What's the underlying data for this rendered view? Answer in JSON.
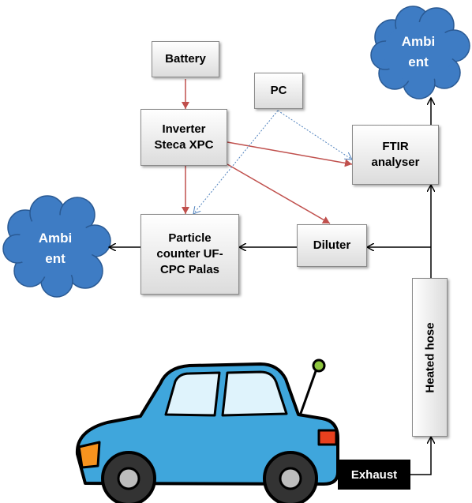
{
  "boxes": {
    "battery": "Battery",
    "pc": "PC",
    "inverter": "Inverter\nSteca XPC",
    "ftir": "FTIR\nanalyser",
    "particle_counter": "Particle\ncounter UF-\nCPC Palas",
    "diluter": "Diluter",
    "heated_hose": "Heated hose",
    "exhaust": "Exhaust"
  },
  "clouds": {
    "top_right": "Ambi\nent",
    "left": "Ambi\nent"
  },
  "colors": {
    "cloud": "#3e7cc4",
    "power_arrow": "#c0504d",
    "data_arrow": "#4f81bd",
    "car_body": "#3fa6dc",
    "window": "#dff3fc"
  }
}
